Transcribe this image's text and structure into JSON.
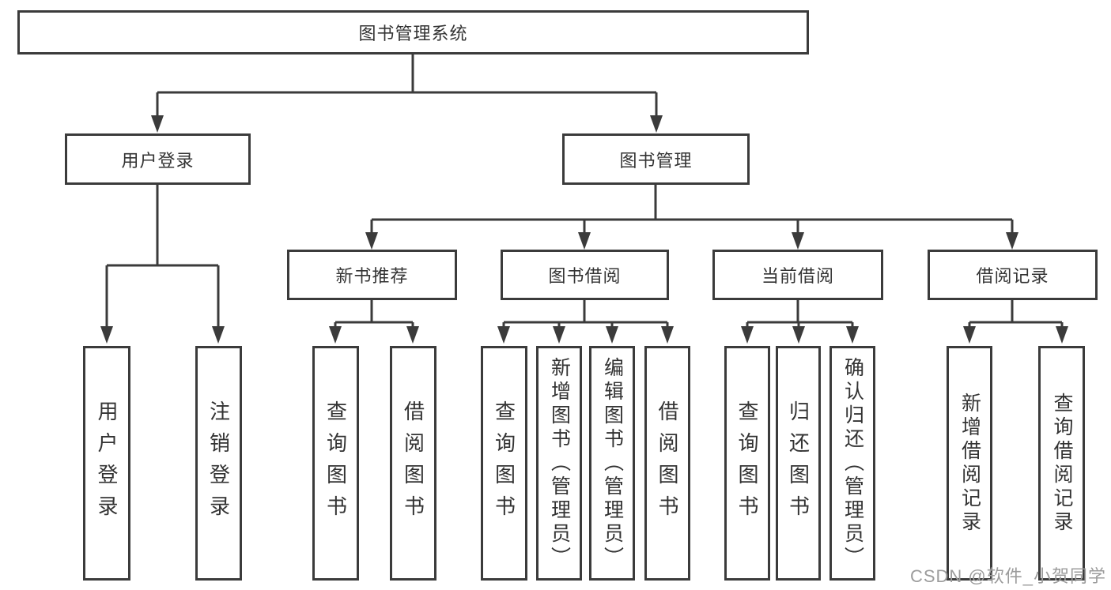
{
  "diagram": {
    "root": {
      "label": "图书管理系统",
      "children": [
        {
          "label": "用户登录",
          "children": [
            {
              "label": "用户登录"
            },
            {
              "label": "注销登录"
            }
          ]
        },
        {
          "label": "图书管理",
          "children": [
            {
              "label": "新书推荐",
              "children": [
                {
                  "label": "查询图书"
                },
                {
                  "label": "借阅图书"
                }
              ]
            },
            {
              "label": "图书借阅",
              "children": [
                {
                  "label": "查询图书"
                },
                {
                  "label": "新增图书（管理员）"
                },
                {
                  "label": "编辑图书（管理员）"
                },
                {
                  "label": "借阅图书"
                }
              ]
            },
            {
              "label": "当前借阅",
              "children": [
                {
                  "label": "查询图书"
                },
                {
                  "label": "归还图书"
                },
                {
                  "label": "确认归还（管理员）"
                }
              ]
            },
            {
              "label": "借阅记录",
              "children": [
                {
                  "label": "新增借阅记录"
                },
                {
                  "label": "查询借阅记录"
                }
              ]
            }
          ]
        }
      ]
    },
    "colors": {
      "line": "#3b3b3b",
      "box_border": "#3b3b3b",
      "text": "#333333",
      "background": "#ffffff",
      "watermark": "#9c9c9c"
    }
  },
  "watermark": {
    "text": "CSDN @软件_小贺同学"
  }
}
